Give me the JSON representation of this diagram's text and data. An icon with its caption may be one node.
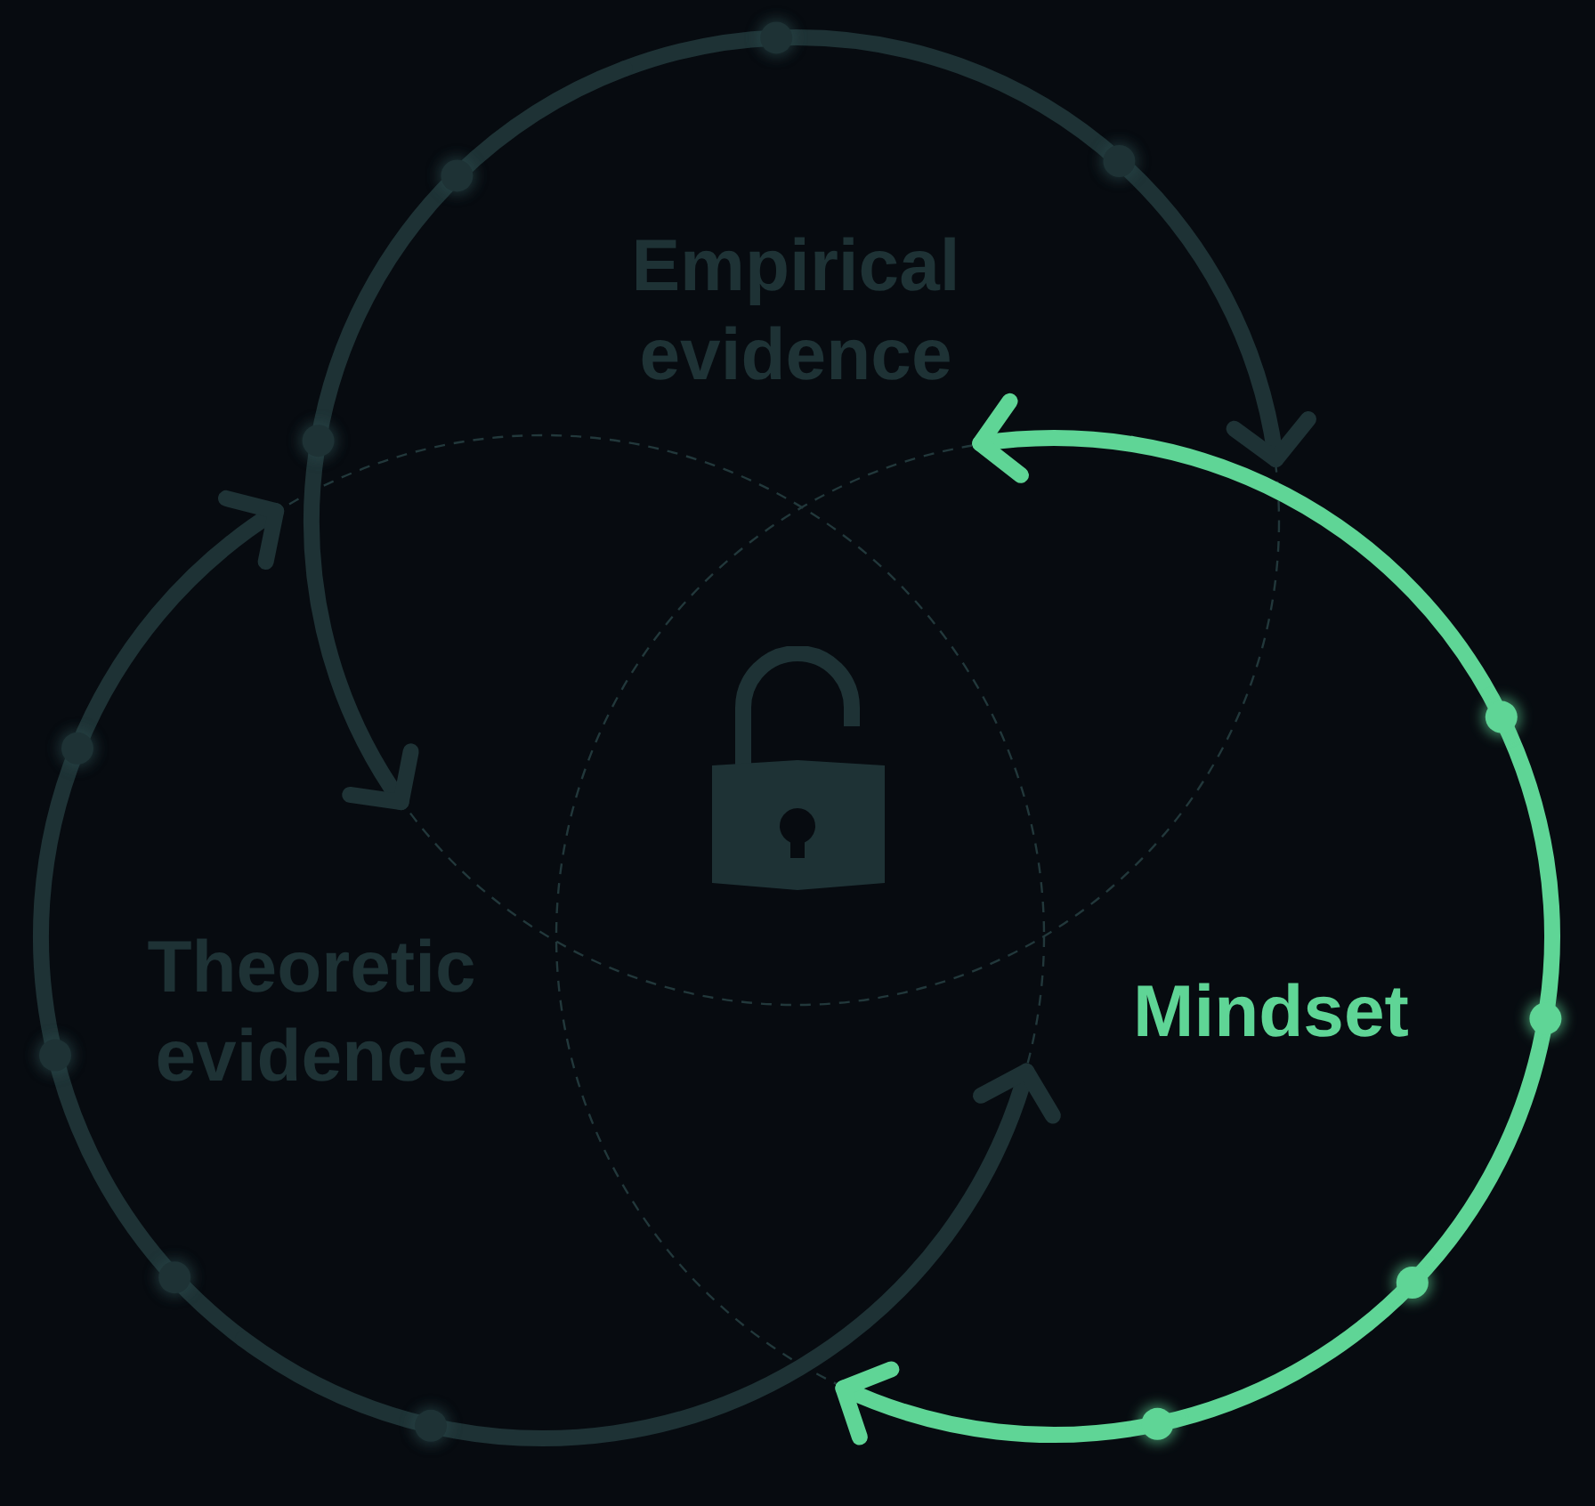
{
  "diagram": {
    "nodes": [
      {
        "text": [
          "Empirical evidence"
        ]
      },
      {
        "text": [
          "Theoretic evidence"
        ]
      },
      {
        "text": [
          "Mindset"
        ]
      }
    ],
    "edges": [
      {
        "from": 0,
        "to": 2,
        "arrow": "to"
      },
      {
        "from": 0,
        "to": 1,
        "arrow": "to"
      },
      {
        "from": 1,
        "to": 0,
        "arrow": "to"
      },
      {
        "from": 1,
        "to": 2,
        "arrow": "to"
      },
      {
        "from": 2,
        "to": 0,
        "arrow": "to",
        "color": "#5fd596"
      },
      {
        "from": 2,
        "to": 1,
        "arrow": "to",
        "color": "#5fd596"
      }
    ]
  }
}
